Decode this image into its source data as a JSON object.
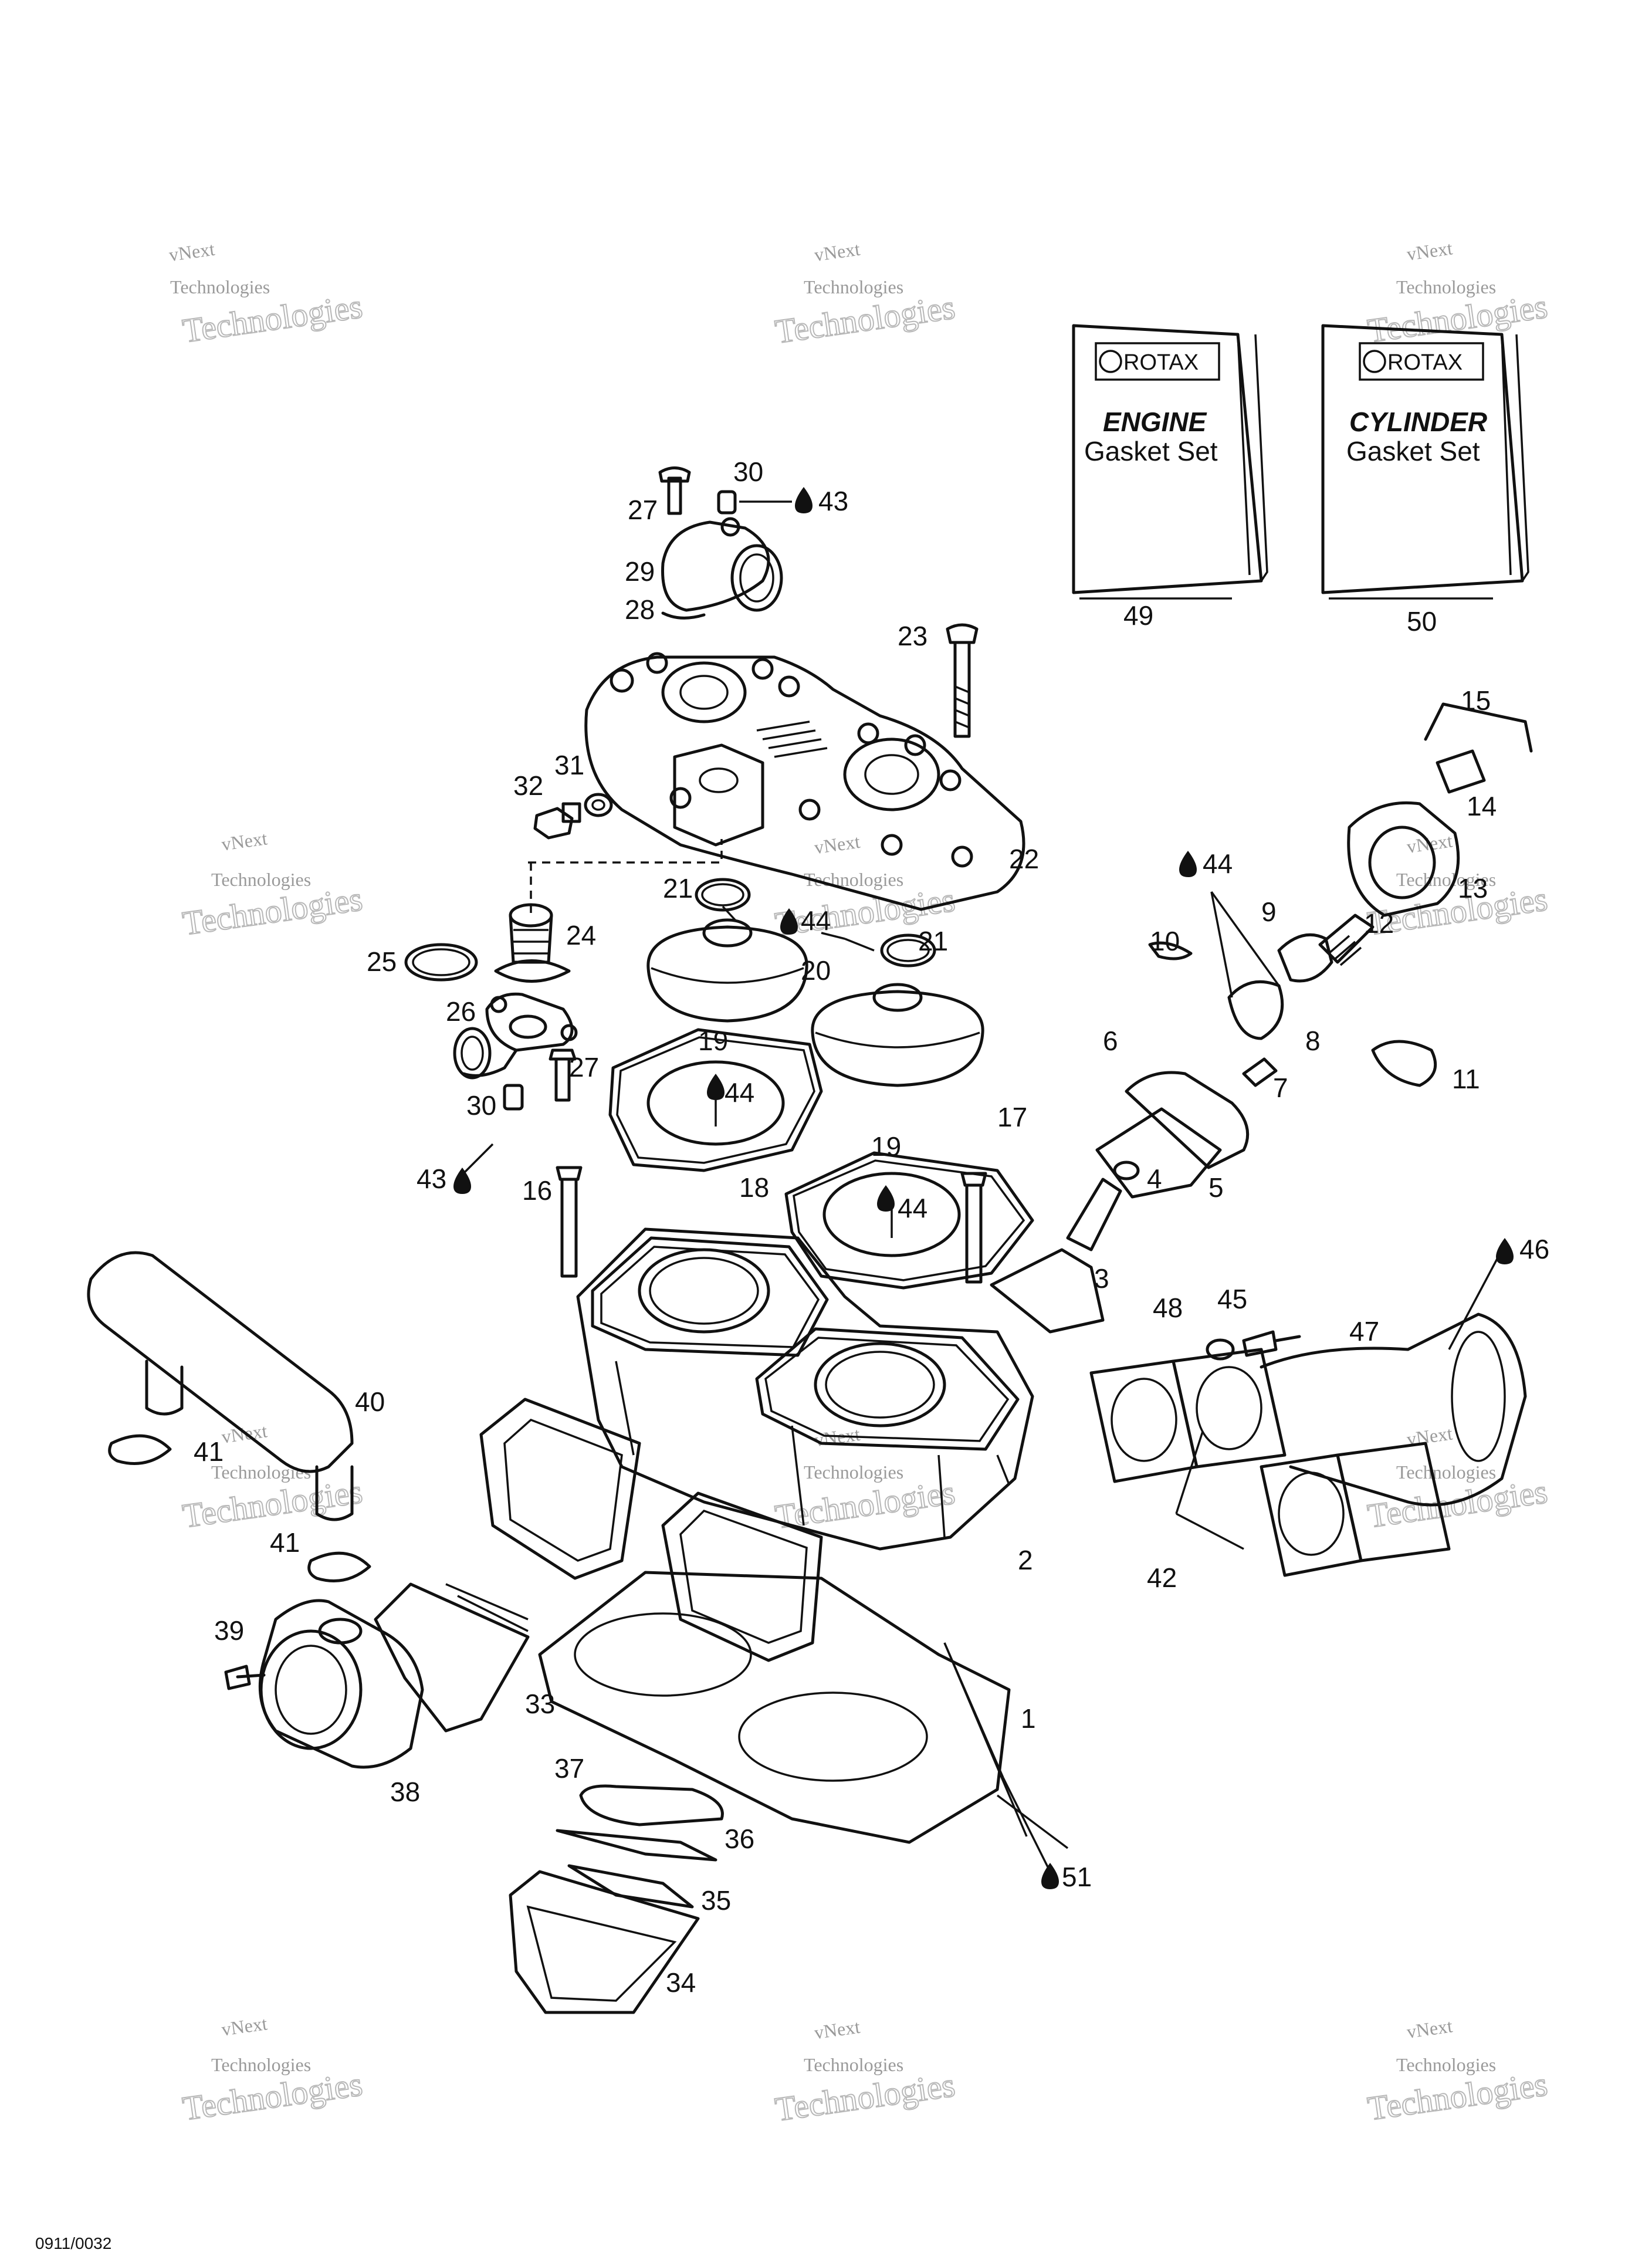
{
  "watermark": {
    "line1": "vNext",
    "line2": "Technologies",
    "line3": "Technologies"
  },
  "manuals": [
    {
      "brand": "ROTAX",
      "title": "ENGINE",
      "subtitle": "Gasket Set",
      "callout": "49"
    },
    {
      "brand": "ROTAX",
      "title": "CYLINDER",
      "subtitle": "Gasket Set",
      "callout": "50"
    }
  ],
  "callouts": {
    "c1": "1",
    "c2": "2",
    "c3": "3",
    "c4": "4",
    "c5": "5",
    "c6": "6",
    "c7": "7",
    "c8": "8",
    "c9": "9",
    "c10": "10",
    "c11": "11",
    "c12": "12",
    "c13": "13",
    "c14": "14",
    "c15": "15",
    "c16": "16",
    "c17": "17",
    "c18": "18",
    "c19a": "19",
    "c19b": "19",
    "c20": "20",
    "c21a": "21",
    "c21b": "21",
    "c22": "22",
    "c23": "23",
    "c24": "24",
    "c25": "25",
    "c26": "26",
    "c27a": "27",
    "c27b": "27",
    "c28": "28",
    "c29": "29",
    "c30a": "30",
    "c30b": "30",
    "c31": "31",
    "c32": "32",
    "c33": "33",
    "c34": "34",
    "c35": "35",
    "c36": "36",
    "c37": "37",
    "c38": "38",
    "c39": "39",
    "c40": "40",
    "c41a": "41",
    "c41b": "41",
    "c42": "42",
    "c43a": "43",
    "c43b": "43",
    "c44a": "44",
    "c44b": "44",
    "c44c": "44",
    "c44d": "44",
    "c45": "45",
    "c46": "46",
    "c47": "47",
    "c48": "48",
    "c51": "51"
  },
  "corner_code": "0911/0032"
}
